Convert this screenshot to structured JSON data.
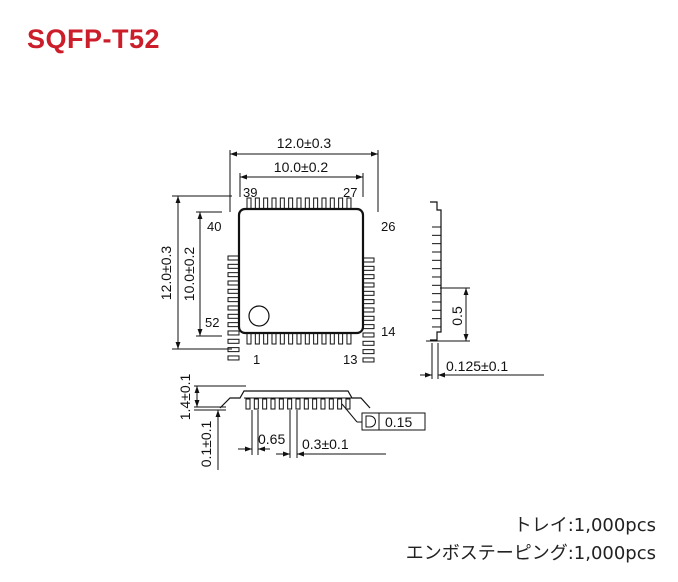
{
  "title": "SQFP-T52",
  "colors": {
    "title": "#cc1d2b",
    "line": "#111111"
  },
  "top_view": {
    "dim_outer_width": "12.0±0.3",
    "dim_inner_width": "10.0±0.2",
    "dim_outer_height": "12.0±0.3",
    "dim_inner_height": "10.0±0.2",
    "pin_labels": {
      "p1": "1",
      "p13": "13",
      "p14": "14",
      "p26": "26",
      "p27": "27",
      "p39": "39",
      "p40": "40",
      "p52": "52"
    }
  },
  "side_view": {
    "dim_lead_length": "0.5",
    "dim_lead_thickness": "0.125±0.1"
  },
  "front_view": {
    "dim_body_height": "1.4±0.1",
    "dim_standoff": "0.1±0.1",
    "dim_pitch": "0.65",
    "dim_lead_width": "0.3±0.1",
    "flatness": "0.15"
  },
  "packaging": {
    "tray": "トレイ:1,000pcs",
    "emboss_tape": "エンボステーピング:1,000pcs"
  }
}
